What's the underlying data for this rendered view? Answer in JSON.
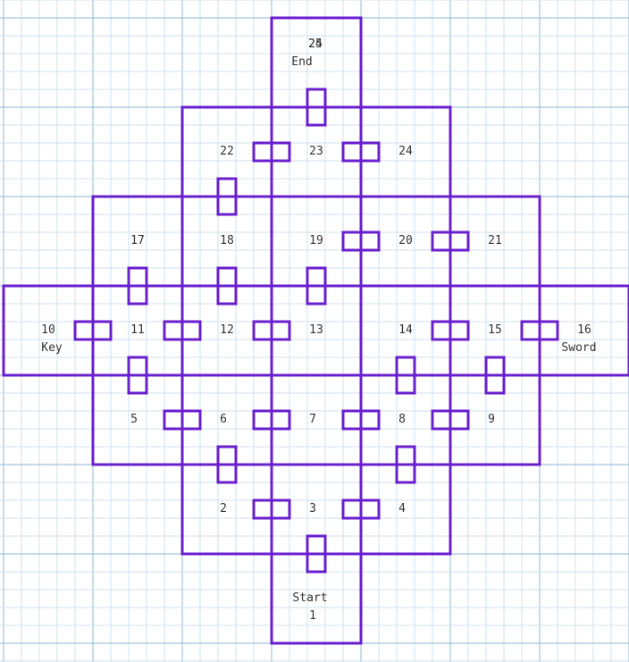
{
  "colors": {
    "background": "#ffffff",
    "grid_minor": "#cfe0ee",
    "grid_major": "#9fc4dc",
    "walls": "#6a1fcf",
    "text": "#333333"
  },
  "rooms": [
    {
      "id": "1",
      "number": "1",
      "caption": "Start"
    },
    {
      "id": "2",
      "number": "2",
      "caption": ""
    },
    {
      "id": "3",
      "number": "3",
      "caption": ""
    },
    {
      "id": "4",
      "number": "4",
      "caption": ""
    },
    {
      "id": "5",
      "number": "5",
      "caption": ""
    },
    {
      "id": "6",
      "number": "6",
      "caption": ""
    },
    {
      "id": "7",
      "number": "7",
      "caption": ""
    },
    {
      "id": "8",
      "number": "8",
      "caption": ""
    },
    {
      "id": "9",
      "number": "9",
      "caption": ""
    },
    {
      "id": "10",
      "number": "10",
      "caption": "Key"
    },
    {
      "id": "11",
      "number": "11",
      "caption": ""
    },
    {
      "id": "12",
      "number": "12",
      "caption": ""
    },
    {
      "id": "13",
      "number": "13",
      "caption": ""
    },
    {
      "id": "14",
      "number": "14",
      "caption": ""
    },
    {
      "id": "15",
      "number": "15",
      "caption": ""
    },
    {
      "id": "16",
      "number": "16",
      "caption": "Sword"
    },
    {
      "id": "17",
      "number": "17",
      "caption": ""
    },
    {
      "id": "18",
      "number": "18",
      "caption": ""
    },
    {
      "id": "19",
      "number": "19",
      "caption": ""
    },
    {
      "id": "20",
      "number": "20",
      "caption": ""
    },
    {
      "id": "21",
      "number": "21",
      "caption": ""
    },
    {
      "id": "22",
      "number": "22",
      "caption": ""
    },
    {
      "id": "23",
      "number": "23",
      "caption": ""
    },
    {
      "id": "24",
      "number": "24",
      "caption": ""
    },
    {
      "id": "25",
      "number": "25",
      "caption": "End"
    }
  ]
}
